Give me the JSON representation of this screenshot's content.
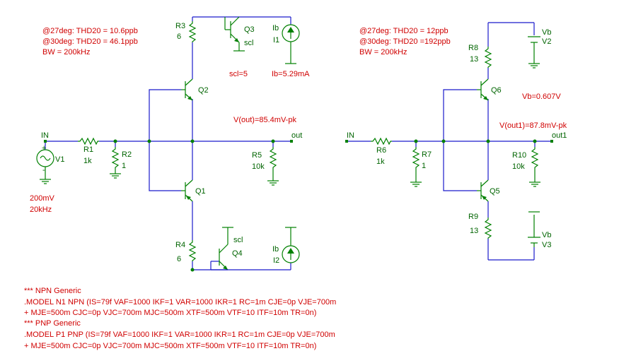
{
  "left": {
    "annotations": {
      "thd27": "@27deg: THD20 = 10.6ppb",
      "thd30": "@30deg: THD20 = 46.1ppb",
      "bw": "BW = 200kHz",
      "scl": "scl=5",
      "ib": "Ib=5.29mA",
      "vout": "V(out)=85.4mV-pk",
      "source_amp": "200mV",
      "source_freq": "20kHz"
    },
    "nets": {
      "in": "IN",
      "out": "out",
      "scl_q3": "scl",
      "scl_q4": "scl",
      "ib1": "Ib",
      "ib2": "Ib"
    },
    "parts": {
      "r1": {
        "name": "R1",
        "value": "1k"
      },
      "r2": {
        "name": "R2",
        "value": "1"
      },
      "r3": {
        "name": "R3",
        "value": "6"
      },
      "r4": {
        "name": "R4",
        "value": "6"
      },
      "r5": {
        "name": "R5",
        "value": "10k"
      },
      "q1": "Q1",
      "q2": "Q2",
      "q3": "Q3",
      "q4": "Q4",
      "v1": "V1",
      "i1": "I1",
      "i2": "I2",
      "v1_plus": "+",
      "v1_minus": "-"
    }
  },
  "right": {
    "annotations": {
      "thd27": "@27deg: THD20 = 12ppb",
      "thd30": "@30deg: THD20 =192ppb",
      "bw": "BW = 200kHz",
      "vb": "Vb=0.607V",
      "vout": "V(out1)=87.8mV-pk"
    },
    "nets": {
      "in": "IN",
      "out": "out1",
      "vb2": "Vb",
      "vb3": "Vb"
    },
    "parts": {
      "r6": {
        "name": "R6",
        "value": "1k"
      },
      "r7": {
        "name": "R7",
        "value": "1"
      },
      "r8": {
        "name": "R8",
        "value": "13"
      },
      "r9": {
        "name": "R9",
        "value": "13"
      },
      "r10": {
        "name": "R10",
        "value": "10k"
      },
      "q5": "Q5",
      "q6": "Q6",
      "v2": "V2",
      "v3": "V3"
    }
  },
  "models": [
    "*** NPN Generic",
    ".MODEL N1 NPN (IS=79f VAF=1000 IKF=1 VAR=1000 IKR=1 RC=1m CJE=0p VJE=700m",
    "+ MJE=500m CJC=0p VJC=700m MJC=500m XTF=500m VTF=10 ITF=10m TR=0n)",
    "*** PNP Generic",
    ".MODEL P1 PNP (IS=79f VAF=1000 IKF=1 VAR=1000 IKR=1 RC=1m CJE=0p VJE=700m",
    "+ MJE=500m CJC=0p VJC=700m MJC=500m XTF=500m VTF=10 ITF=10m TR=0n)"
  ]
}
